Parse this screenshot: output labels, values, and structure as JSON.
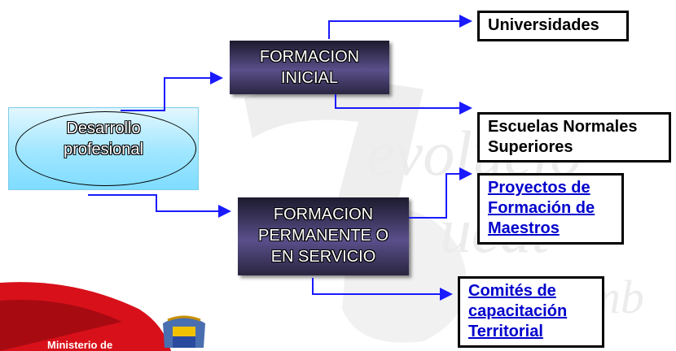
{
  "source": {
    "label": [
      "Desarrollo",
      "profesional"
    ]
  },
  "formacion_inicial": {
    "lines": [
      "FORMACION",
      "INICIAL"
    ]
  },
  "formacion_permanente": {
    "lines": [
      "FORMACION",
      "PERMANENTE O",
      "EN SERVICIO"
    ]
  },
  "targets": {
    "universidades": "Universidades",
    "escuelas": [
      "Escuelas Normales",
      "Superiores"
    ],
    "proyectos": [
      "Proyectos de",
      "Formación de",
      "Maestros"
    ],
    "comites": [
      "Comités de",
      "capacitación",
      "Territorial"
    ]
  },
  "logo": {
    "text": "Ministerio de"
  },
  "colors": {
    "arrow": "#1a1aff",
    "link": "#0000cc",
    "logo_red": "#d8101a"
  }
}
